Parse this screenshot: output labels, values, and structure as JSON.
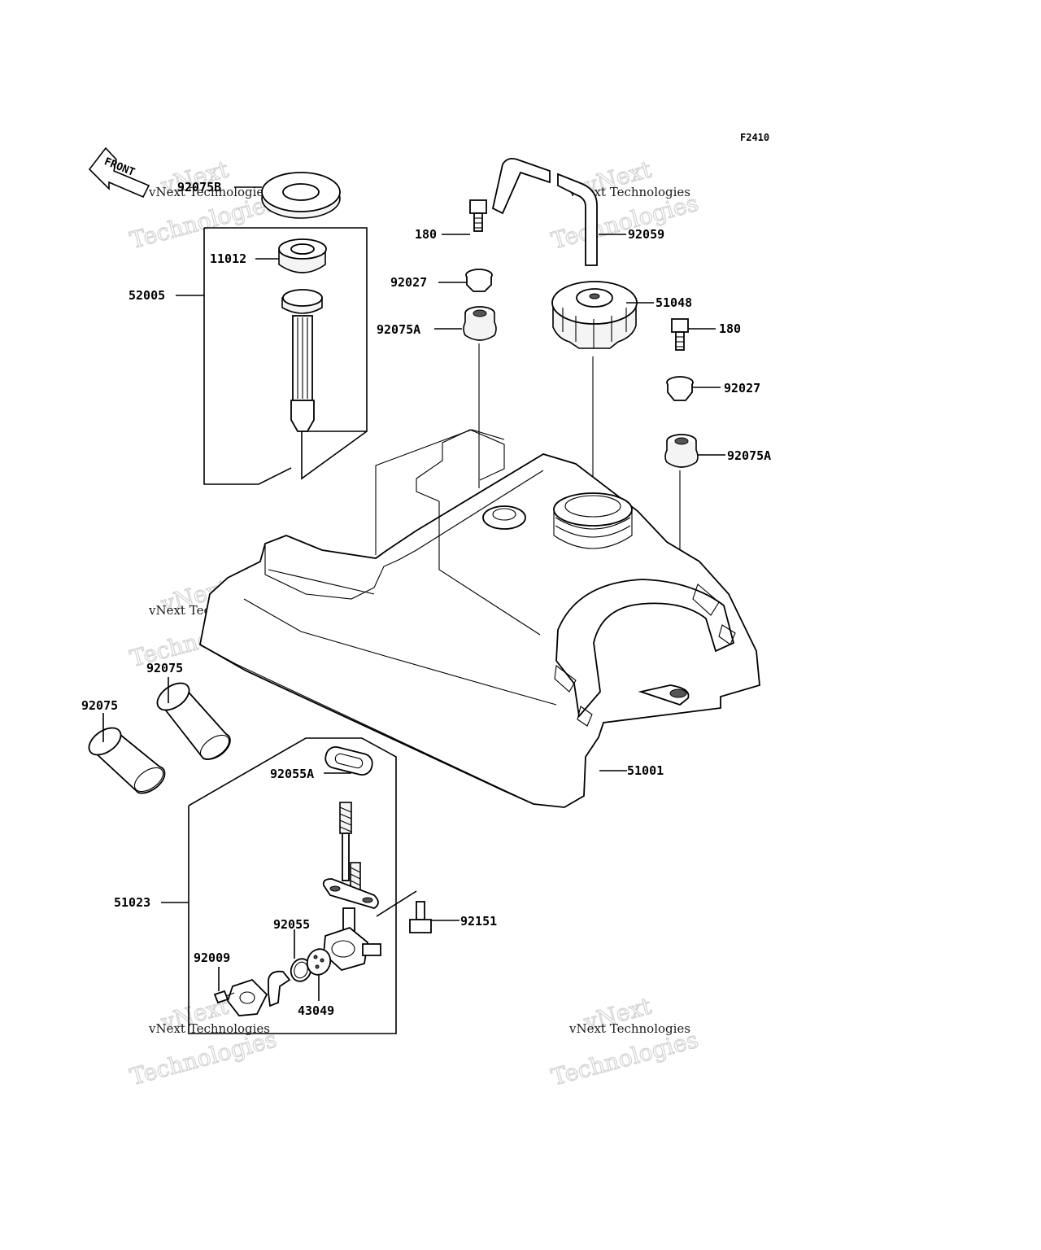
{
  "figure_id": "F2410",
  "front_label": "FRONT",
  "watermark": {
    "line1": "vNext Technologies",
    "line2": "vNext",
    "line3": "Technologies"
  },
  "parts": {
    "p92075B": "92075B",
    "p11012": "11012",
    "p52005": "52005",
    "p180a": "180",
    "p92027a": "92027",
    "p92075Aa": "92075A",
    "p92059": "92059",
    "p51048": "51048",
    "p180b": "180",
    "p92027b": "92027",
    "p92075Ab": "92075A",
    "p92075a": "92075",
    "p92075b": "92075",
    "p92055A": "92055A",
    "p51001": "51001",
    "p51023": "51023",
    "p92151": "92151",
    "p92055": "92055",
    "p92009": "92009",
    "p43049": "43049"
  }
}
